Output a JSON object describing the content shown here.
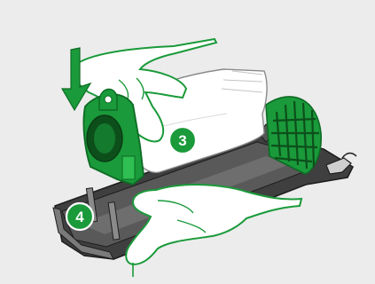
{
  "illustration": {
    "steps": [
      {
        "number": "3"
      },
      {
        "number": "4"
      }
    ],
    "arrow_direction": "down",
    "colors": {
      "background": "#ececec",
      "accent_green": "#1a9a3a",
      "accent_green_dark": "#0d6b24",
      "tray_dark": "#4a4a4a",
      "tray_light": "#7a7a7a",
      "bag_white": "#ffffff",
      "outline": "#1e1e1e"
    },
    "icons": [
      "down-arrow-icon",
      "step-badge-icon",
      "hand-icon",
      "dust-bag-icon",
      "bag-holder-tray-icon"
    ]
  }
}
